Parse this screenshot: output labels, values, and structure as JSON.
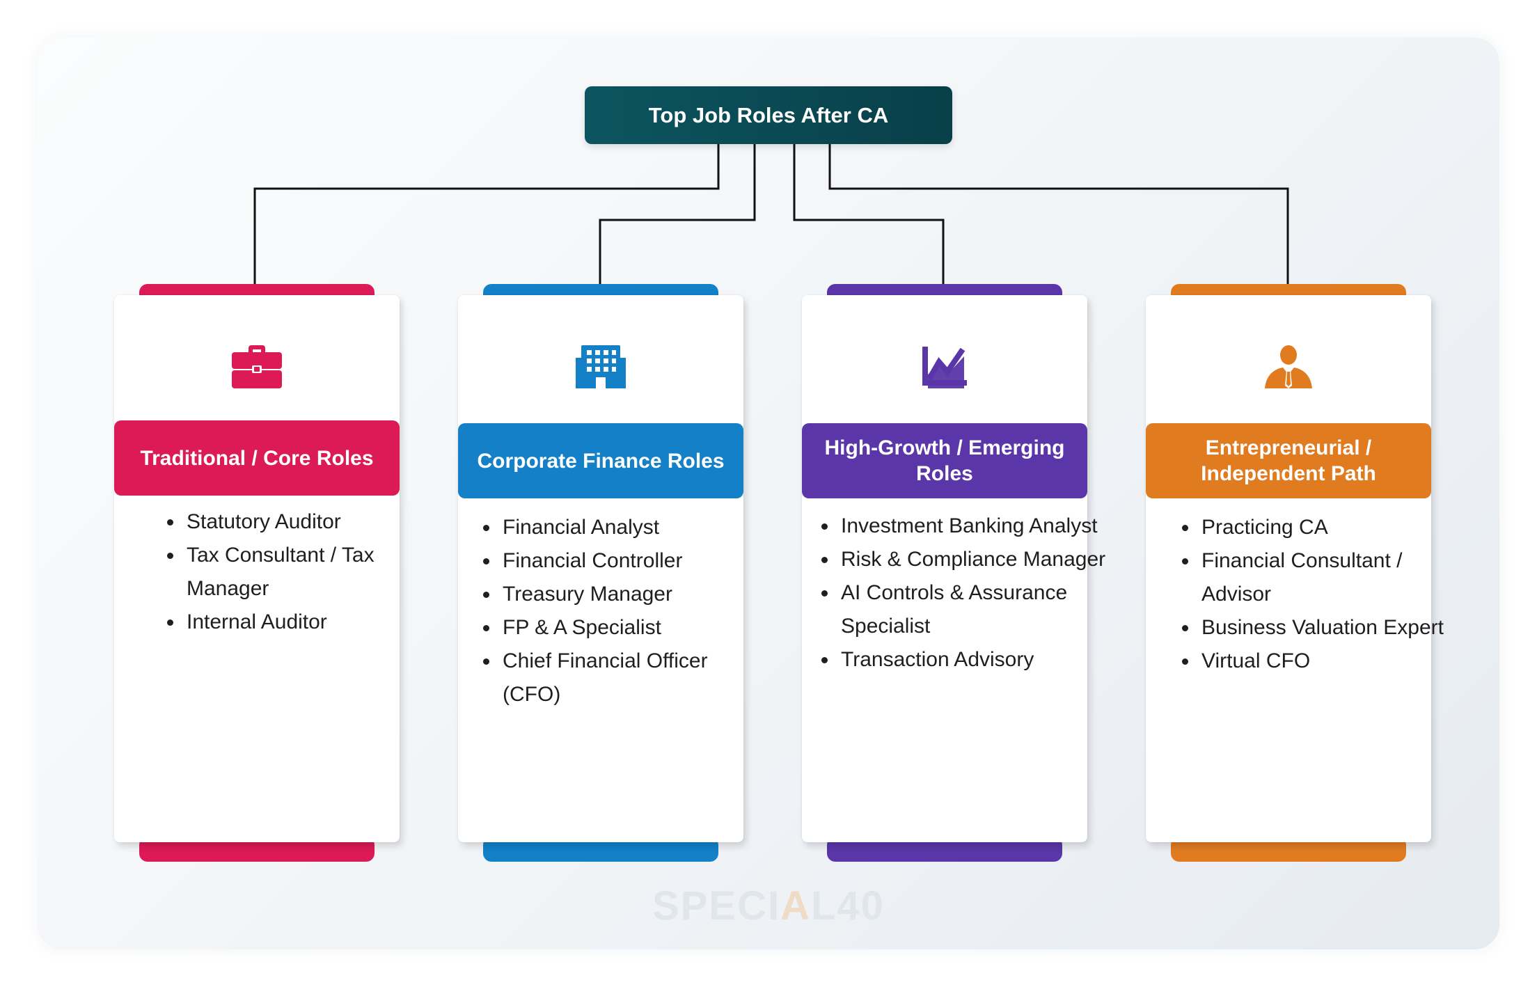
{
  "root": {
    "title": "Top Job Roles After CA"
  },
  "categories": [
    {
      "title": "Traditional / Core Roles",
      "color": "#dc1a55",
      "icon": "briefcase-icon",
      "roles": [
        "Statutory Auditor",
        "Tax Consultant / Tax Manager",
        "Internal Auditor"
      ]
    },
    {
      "title": "Corporate Finance Roles",
      "color": "#1380c8",
      "icon": "building-icon",
      "roles": [
        "Financial Analyst",
        "Financial Controller",
        "Treasury Manager",
        "FP & A Specialist",
        "Chief Financial Officer (CFO)"
      ]
    },
    {
      "title": "High-Growth / Emerging Roles",
      "color": "#5a36a8",
      "icon": "trend-chart-icon",
      "roles": [
        "Investment Banking Analyst",
        "Risk & Compliance Manager",
        "AI Controls & Assurance Specialist",
        "Transaction Advisory"
      ]
    },
    {
      "title": "Entrepreneurial / Independent Path",
      "color": "#e07b20",
      "icon": "businessman-icon",
      "roles": [
        "Practicing CA",
        "Financial Consultant / Advisor",
        "Business Valuation Expert",
        "Virtual CFO"
      ]
    }
  ],
  "watermark": {
    "before": "SPECI",
    "accent": "A",
    "after": "L40"
  },
  "colors": {
    "root_bg": "#0a4a54",
    "connector": "#111111"
  }
}
